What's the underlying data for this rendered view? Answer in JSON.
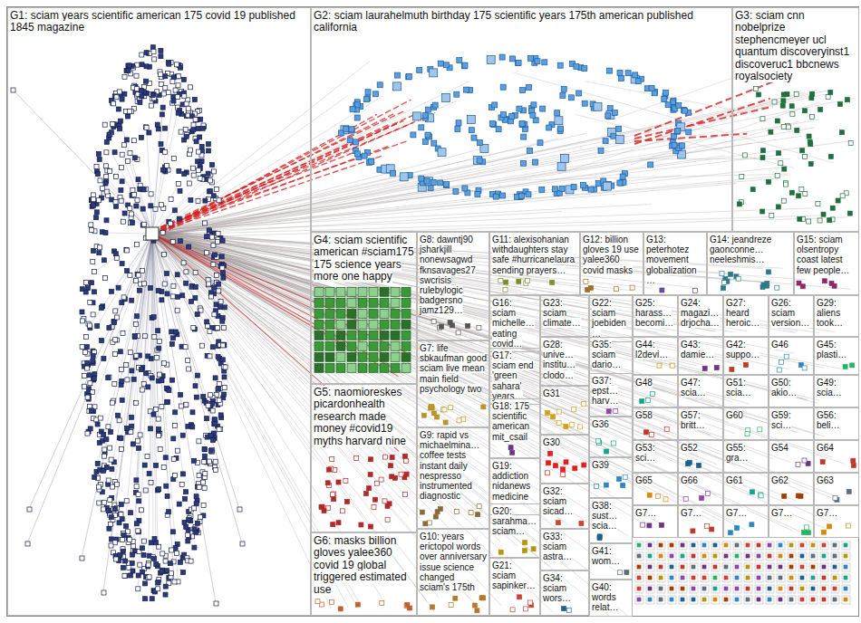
{
  "diagram": {
    "nodes": [
      {
        "text": [
          "G1: sciam years scientific american 175 covid 19 published 1845 magazine"
        ]
      },
      {
        "text": [
          "G2: sciam laurahelmuth birthday 175 scientific years 175th american published california"
        ]
      },
      {
        "text": [
          "G3: sciam cnn nobelprize stephencmeyer ucl quantum discoveryinst1 discoveruc1 bbcnews royalsociety"
        ]
      },
      {
        "text": [
          "G4: sciam scientific american #sciam175 175 science years more one happy"
        ]
      },
      {
        "text": [
          "G8: dawntj90 jsharkjill nonewsagwd fknsavages27 swcrisis rulebylogic badgersno jamz129…"
        ]
      },
      {
        "text": [
          "G11: alexisohanian withdaughters stay safe #hurricanelaura sending prayers…"
        ]
      },
      {
        "text": [
          "G12: billion gloves 19 use yalee360 covid masks"
        ]
      },
      {
        "text": [
          "G13: peterhotez movement globalization…"
        ]
      },
      {
        "text": [
          "G14: jeandreze gaonconne… neeleshmis…"
        ]
      },
      {
        "text": [
          "G15: sciam olsentropy coast latest few people…"
        ]
      },
      {
        "text": [
          "G16: sciam michelle… eating covid…"
        ]
      },
      {
        "text": [
          "G23: sciam climate…"
        ]
      },
      {
        "text": [
          "G22: sciam joebiden…"
        ]
      },
      {
        "text": [
          "G25: harass… becomi…"
        ]
      },
      {
        "text": [
          "G24: magazi… drjocha…"
        ]
      },
      {
        "text": [
          "G27: heard heroic…"
        ]
      },
      {
        "text": [
          "G26: sciam version…"
        ]
      },
      {
        "text": [
          "G29: aliens took…"
        ]
      },
      {
        "text": [
          "G7: life sbkaufman good sciam live mean main field psychology two"
        ]
      },
      {
        "text": [
          "G17: sciam end 'green sahara' years…"
        ]
      },
      {
        "text": [
          "G28: unive… institu… clodo…"
        ]
      },
      {
        "text": [
          "G35: sciam dario…"
        ]
      },
      {
        "text": [
          "G44: l2devi…"
        ]
      },
      {
        "text": [
          "G43: damie…"
        ]
      },
      {
        "text": [
          "G42: suppo…"
        ]
      },
      {
        "text": [
          "G46"
        ]
      },
      {
        "text": [
          "G45: plasti…"
        ]
      },
      {
        "text": [
          "G5: naomioreskes picardonhealth research made money #covid19 myths harvard nine"
        ]
      },
      {
        "text": [
          "G37: epst… harv…"
        ]
      },
      {
        "text": [
          "G48"
        ]
      },
      {
        "text": [
          "G47: scia…"
        ]
      },
      {
        "text": [
          "G51: scia…"
        ]
      },
      {
        "text": [
          "G50: akio…"
        ]
      },
      {
        "text": [
          "G49: scia…"
        ]
      },
      {
        "text": [
          "G31"
        ]
      },
      {
        "text": [
          "G18: 175 scientific american mit_csail"
        ]
      },
      {
        "text": [
          "G58"
        ]
      },
      {
        "text": [
          "G57: britt…"
        ]
      },
      {
        "text": [
          "G60"
        ]
      },
      {
        "text": [
          "G59: sci…"
        ]
      },
      {
        "text": [
          "G56: beli…"
        ]
      },
      {
        "text": [
          "G36"
        ]
      },
      {
        "text": [
          "G9: rapid vs michaelmina… coffee tests instant daily nespresso instrumented diagnostic"
        ]
      },
      {
        "text": [
          "G30"
        ]
      },
      {
        "text": [
          "G53: sci…"
        ]
      },
      {
        "text": [
          "G52"
        ]
      },
      {
        "text": [
          "G55: gra…"
        ]
      },
      {
        "text": [
          "G54"
        ]
      },
      {
        "text": [
          "G64"
        ]
      },
      {
        "text": [
          "G39"
        ]
      },
      {
        "text": [
          "G19: addiction nidanews medicine…"
        ]
      },
      {
        "text": [
          "G65"
        ]
      },
      {
        "text": [
          "G66"
        ]
      },
      {
        "text": [
          "G61"
        ]
      },
      {
        "text": [
          "G62"
        ]
      },
      {
        "text": [
          "G63"
        ]
      },
      {
        "text": [
          "G32: sciam sicad…"
        ]
      },
      {
        "text": [
          "G38: sust… scia…"
        ]
      },
      {
        "text": [
          "G20: sarahma… sciam…"
        ]
      },
      {
        "text": [
          "G7…"
        ]
      },
      {
        "text": [
          "G7…"
        ]
      },
      {
        "text": [
          "G7…"
        ]
      },
      {
        "text": [
          "G7…"
        ]
      },
      {
        "text": [
          "G7…"
        ]
      },
      {
        "text": [
          "G33: sciam astra…"
        ]
      },
      {
        "text": [
          "G6: masks billion gloves yalee360 covid 19 global triggered estimated use"
        ]
      },
      {
        "text": [
          "G10: years erictopol words over anniversary issue science changed sciam's 175th"
        ]
      },
      {
        "text": [
          "G41: wom…"
        ]
      },
      {
        "text": [
          "G21: sciam sapinker…"
        ]
      },
      {
        "text": [
          "G34: sciam wors…"
        ]
      },
      {
        "text": [
          "G40: words relat…"
        ]
      }
    ]
  }
}
